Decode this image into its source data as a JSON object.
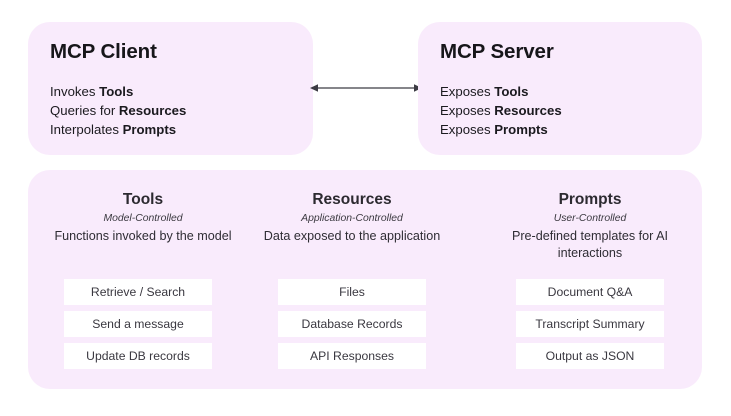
{
  "colors": {
    "page_background": "#ffffff",
    "card_background": "#f9ebfc",
    "chip_background": "#ffffff",
    "text": "#1b1a1f",
    "arrow": "#3c3c44"
  },
  "top": {
    "client": {
      "title": "MCP Client",
      "lines": [
        {
          "prefix": "Invokes ",
          "strong": "Tools"
        },
        {
          "prefix": "Queries for ",
          "strong": "Resources"
        },
        {
          "prefix": "Interpolates ",
          "strong": "Prompts"
        }
      ]
    },
    "server": {
      "title": "MCP Server",
      "lines": [
        {
          "prefix": "Exposes ",
          "strong": "Tools"
        },
        {
          "prefix": "Exposes ",
          "strong": "Resources"
        },
        {
          "prefix": "Exposes ",
          "strong": "Prompts"
        }
      ]
    },
    "connector": {
      "icon": "bidirectional-arrow-icon",
      "direction": "both"
    }
  },
  "panel": {
    "columns": [
      {
        "title": "Tools",
        "subtitle": "Model-Controlled",
        "description": "Functions invoked by the model",
        "items": [
          "Retrieve / Search",
          "Send a message",
          "Update DB records"
        ]
      },
      {
        "title": "Resources",
        "subtitle": "Application-Controlled",
        "description": "Data exposed to the application",
        "items": [
          "Files",
          "Database Records",
          "API Responses"
        ]
      },
      {
        "title": "Prompts",
        "subtitle": "User-Controlled",
        "description": "Pre-defined templates for AI interactions",
        "items": [
          "Document Q&A",
          "Transcript Summary",
          "Output as JSON"
        ]
      }
    ]
  }
}
